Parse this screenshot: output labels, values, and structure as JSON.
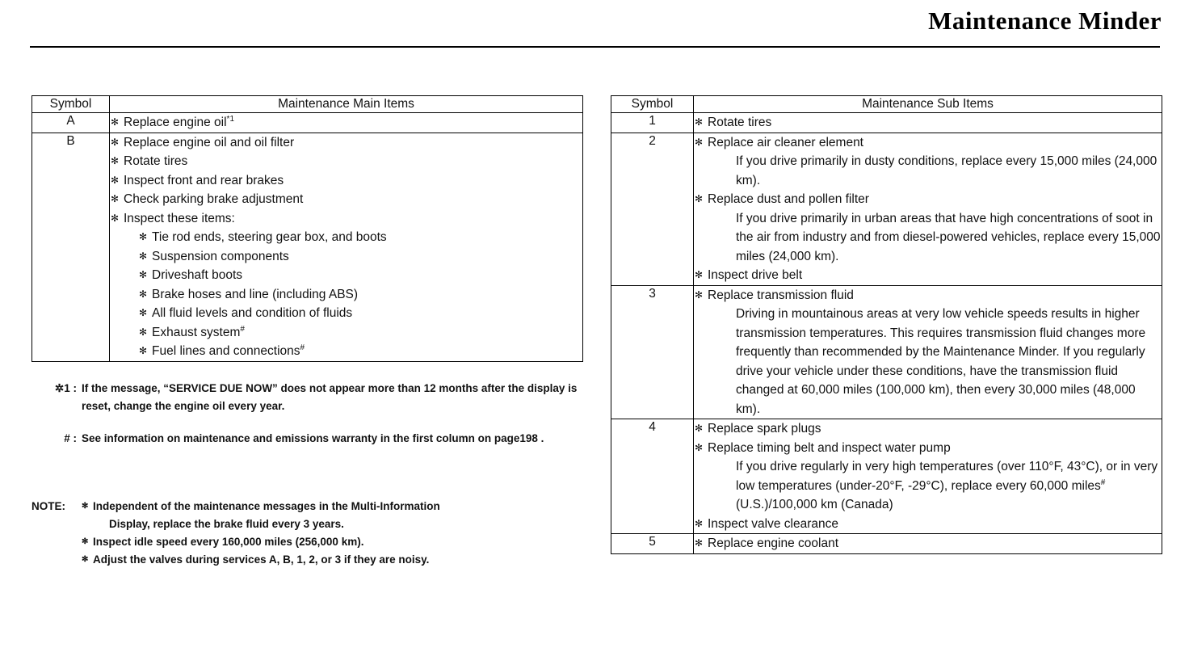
{
  "header": {
    "title": "Maintenance Minder"
  },
  "glyphs": {
    "bullet": "✻",
    "hash_mark": "#",
    "star_mark": "✲"
  },
  "main_table": {
    "headers": {
      "symbol": "Symbol",
      "items": "Maintenance Main Items"
    },
    "rows": [
      {
        "symbol": "A",
        "items": [
          {
            "text": "Replace engine oil",
            "sup": "*1"
          }
        ]
      },
      {
        "symbol": "B",
        "items": [
          {
            "text": "Replace engine oil and oil filter"
          },
          {
            "text": "Rotate tires"
          },
          {
            "text": "Inspect front and rear brakes"
          },
          {
            "text": "Check parking brake adjustment"
          },
          {
            "text": "Inspect these items:",
            "children": [
              {
                "text": "Tie rod ends, steering gear box, and boots"
              },
              {
                "text": "Suspension components"
              },
              {
                "text": "Driveshaft boots"
              },
              {
                "text": "Brake hoses and line (including ABS)"
              },
              {
                "text": "All fluid levels and condition of fluids"
              },
              {
                "text": "Exhaust system",
                "sup": "#"
              },
              {
                "text": "Fuel lines and connections",
                "sup": "#"
              }
            ]
          }
        ]
      }
    ]
  },
  "sub_table": {
    "headers": {
      "symbol": "Symbol",
      "items": "Maintenance Sub Items"
    },
    "rows": [
      {
        "symbol": "1",
        "items": [
          {
            "text": "Rotate tires"
          }
        ]
      },
      {
        "symbol": "2",
        "items": [
          {
            "text": "Replace air cleaner element",
            "para": "If you drive primarily in dusty conditions, replace every 15,000 miles (24,000 km)."
          },
          {
            "text": "Replace dust and pollen filter",
            "para": "If you drive primarily in urban areas that have high concentrations of soot in the air from industry and from diesel-powered vehicles, replace every 15,000 miles (24,000 km)."
          },
          {
            "text": "Inspect drive belt"
          }
        ]
      },
      {
        "symbol": "3",
        "items": [
          {
            "text": "Replace transmission fluid",
            "para": "Driving in mountainous areas at very low vehicle speeds results in higher transmission temperatures. This requires transmission fluid changes more frequently than recommended by the Maintenance Minder. If you regularly drive your vehicle under these conditions, have the transmission fluid changed at 60,000 miles (100,000 km), then every 30,000 miles (48,000 km)."
          }
        ]
      },
      {
        "symbol": "4",
        "items": [
          {
            "text": "Replace spark plugs"
          },
          {
            "text": "Replace timing belt and inspect water pump",
            "para_pre": "If you drive regularly in very high temperatures (over 110°F, 43°C), or in very low temperatures (under-20°F, -29°C), replace every 60,000 miles",
            "para_sup": "#",
            "para_post": "(U.S.)/100,000 km (Canada)"
          },
          {
            "text": "Inspect valve clearance"
          }
        ]
      },
      {
        "symbol": "5",
        "items": [
          {
            "text": "Replace engine coolant"
          }
        ]
      }
    ]
  },
  "footnotes": [
    {
      "mark": "✲1 :",
      "text": "If the message, “SERVICE DUE NOW” does not appear more than 12 months after the display is reset, change the engine oil every year."
    },
    {
      "mark": "# :",
      "text": "See information on maintenance and emissions warranty in the first column on page198 ."
    }
  ],
  "note": {
    "label": "NOTE:",
    "items": [
      {
        "text": "Independent of the maintenance messages in the Multi-Information",
        "cont": "Display, replace the brake fluid every 3 years."
      },
      {
        "text": "Inspect idle speed every 160,000 miles (256,000 km)."
      },
      {
        "text": "Adjust the valves during services A, B, 1, 2, or 3 if they are noisy."
      }
    ]
  }
}
